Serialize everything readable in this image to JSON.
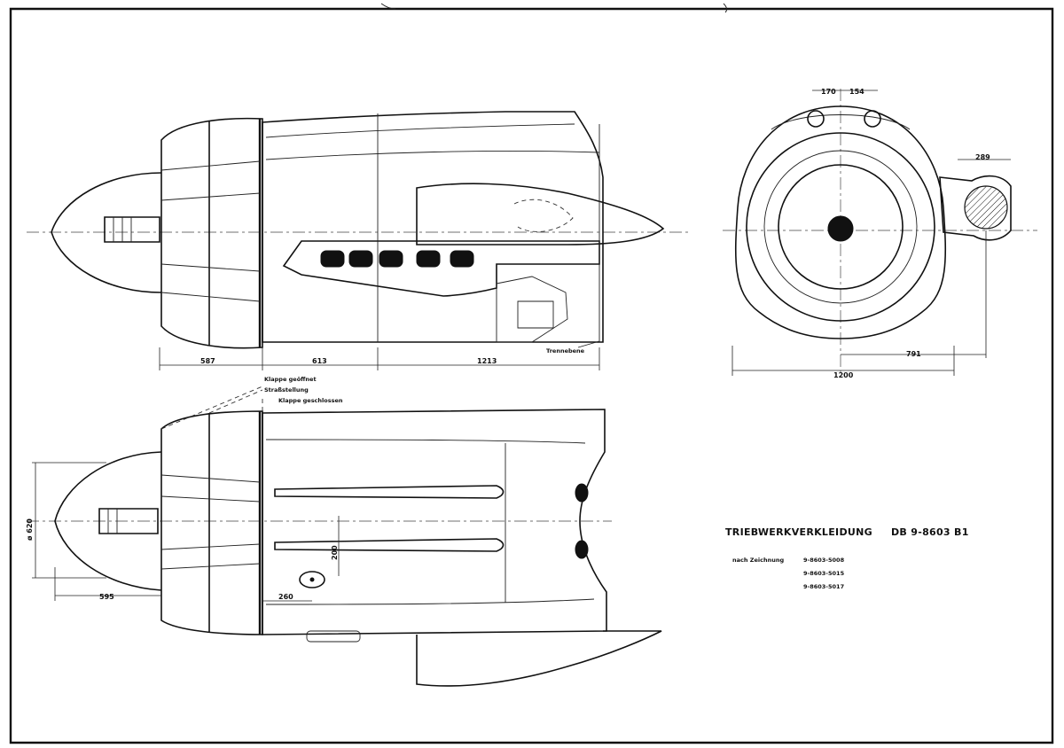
{
  "title": {
    "main": "TRIEBWERKVERKLEIDUNG",
    "code": "DB 9-8603 B1"
  },
  "references": {
    "label": "nach Zeichnung",
    "numbers": [
      "9-8603-5008",
      "9-8603-5015",
      "9-8603-5017"
    ]
  },
  "side_view": {
    "dims": {
      "d1": "587",
      "d2": "613",
      "d3": "1213"
    },
    "note": "Trennebene"
  },
  "plan_view": {
    "flap_notes": [
      "Klappe geöffnet",
      "Straßstellung",
      "Klappe geschlossen"
    ],
    "dims": {
      "spinner_len": "595",
      "spinner_dia": "ø 620",
      "slot_offset": "260",
      "slot_pitch": "200"
    }
  },
  "front_view": {
    "dims": {
      "a": "170",
      "b": "154",
      "c": "289",
      "d": "791",
      "width": "1200"
    }
  }
}
